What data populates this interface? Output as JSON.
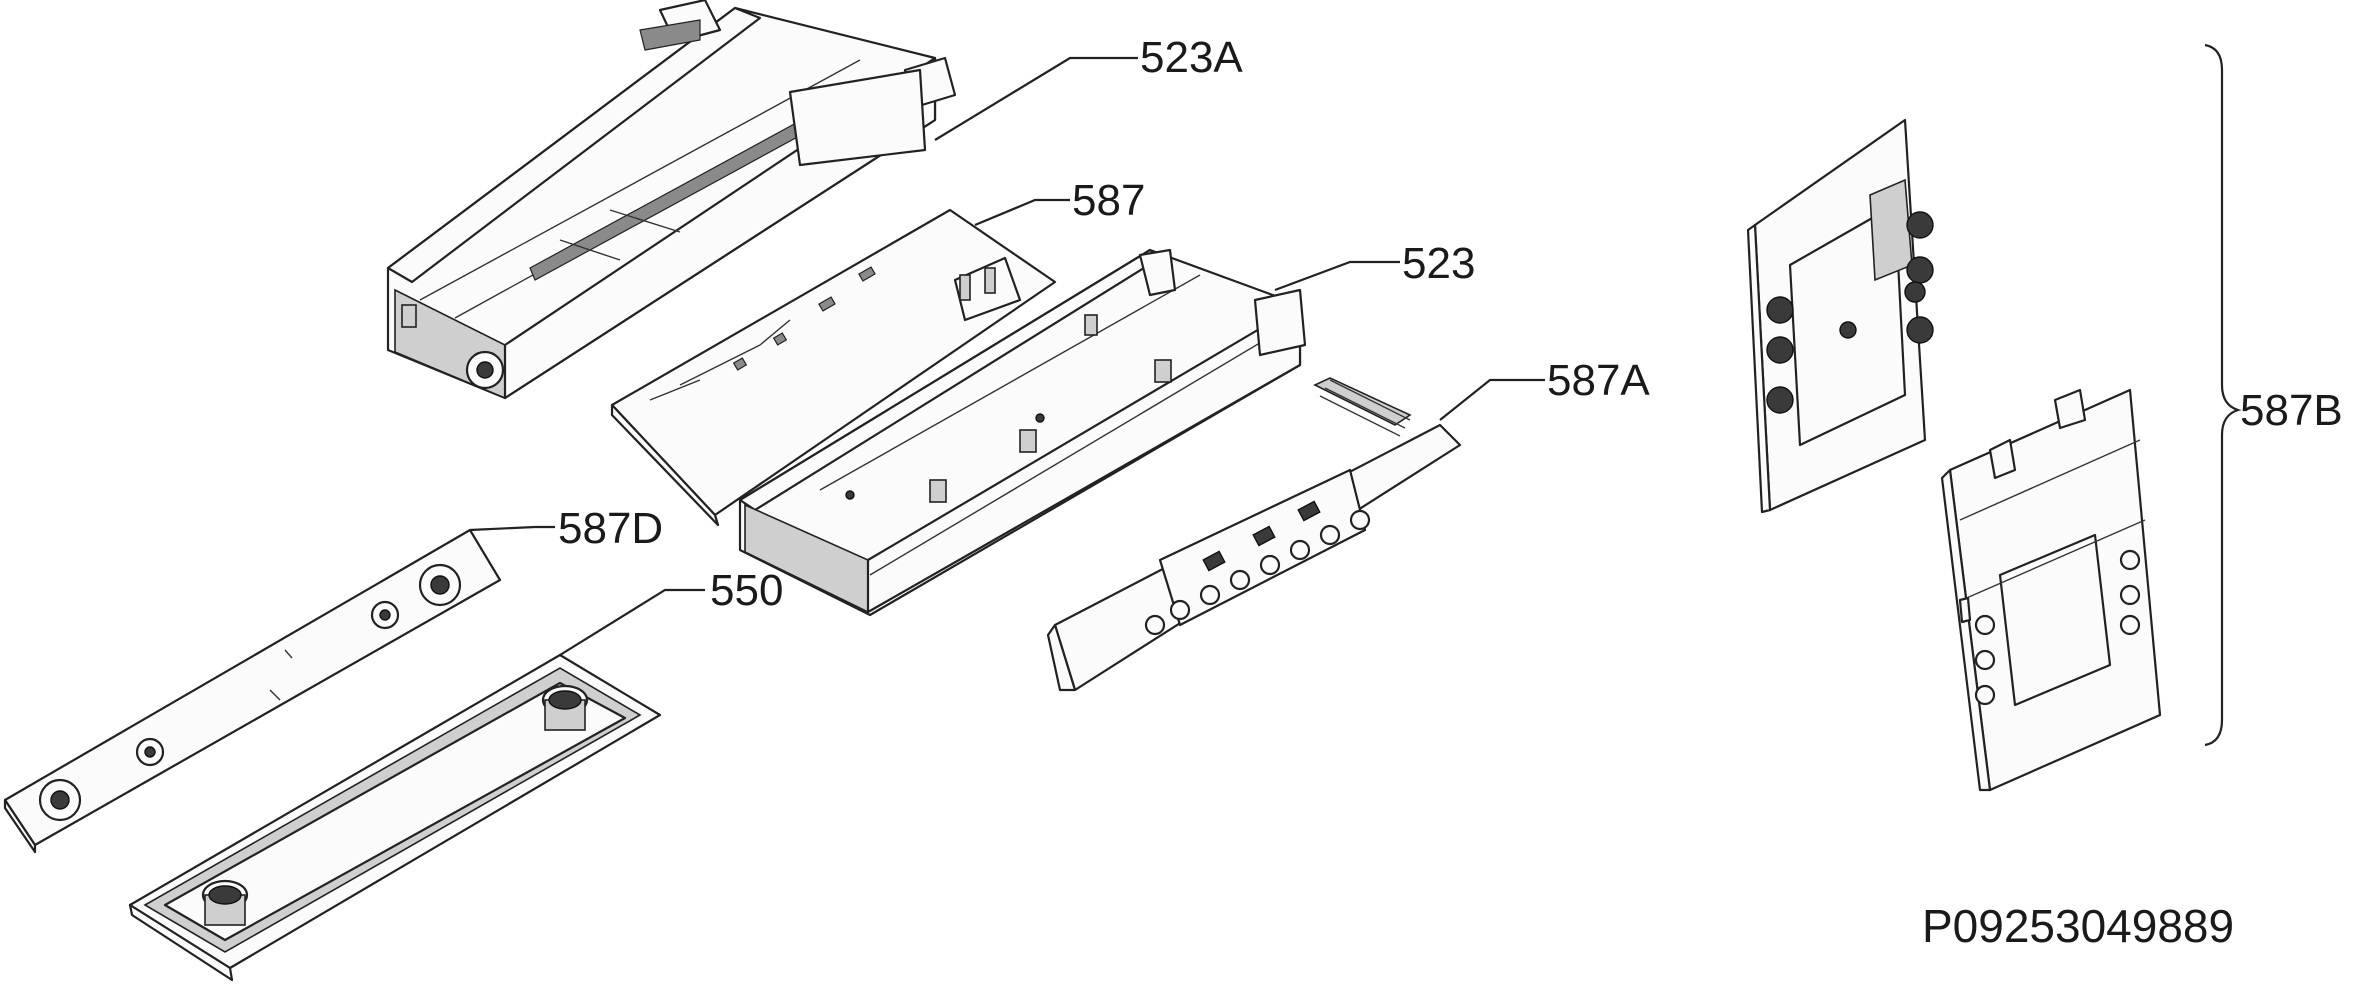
{
  "diagram": {
    "labels": {
      "l523A": "523A",
      "l587": "587",
      "l523": "523",
      "l587A": "587A",
      "l587D": "587D",
      "l550": "550",
      "l587B": "587B"
    },
    "reference_code": "P09253049889"
  }
}
